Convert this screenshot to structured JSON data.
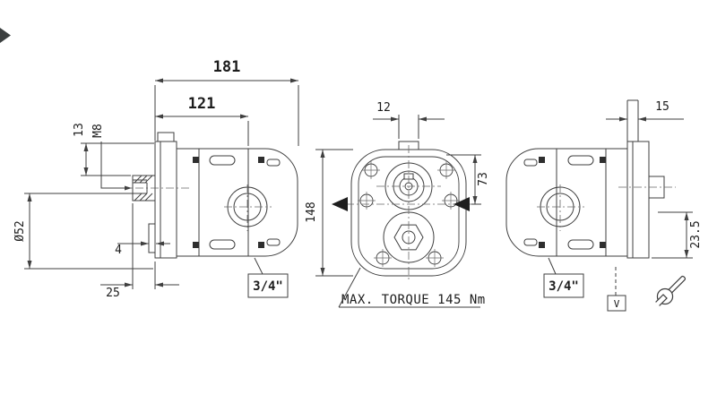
{
  "drawing": {
    "type": "technical-dimension-drawing",
    "line_color": "#3f3f3f",
    "text_color": "#1c1c1c"
  },
  "views": {
    "left_side": {
      "dim_overall_width": "181",
      "dim_flange_width": "121",
      "dim_key_offset": "13",
      "thread_label": "M8",
      "dim_pilot_diameter": "Ø52",
      "dim_pilot_depth": "4",
      "dim_shaft_length": "25",
      "port_label": "3/4\""
    },
    "front": {
      "dim_key_width": "12",
      "dim_height": "148",
      "dim_port_center": "73",
      "torque_note": "MAX. TORQUE 145 Nm"
    },
    "right_side": {
      "dim_boss_width": "15",
      "dim_port_offset": "23.5",
      "port_label": "3/4\"",
      "valve_label": "V"
    }
  }
}
